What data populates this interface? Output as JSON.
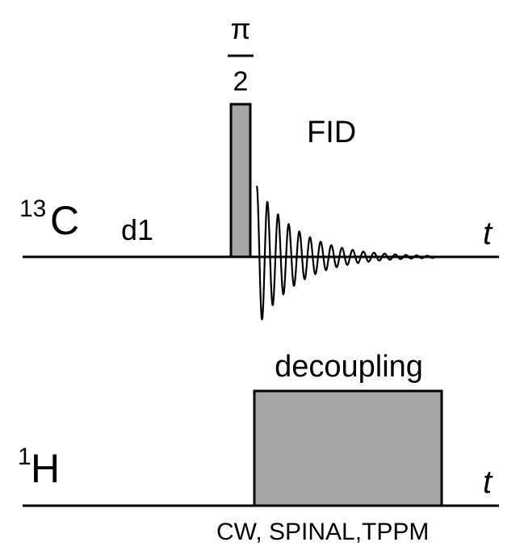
{
  "colors": {
    "line": "#000000",
    "pulse_fill": "#a6a6a6",
    "background": "#ffffff"
  },
  "carbon_channel": {
    "isotope_mass": "13",
    "element": "C",
    "delay_label": "d1",
    "pulse_numerator": "π",
    "pulse_denominator": "2",
    "fid_label": "FID",
    "time_label": "t"
  },
  "proton_channel": {
    "isotope_mass": "1",
    "element": "H",
    "decoupling_label": "decoupling",
    "decoupling_schemes": "CW, SPINAL,TPPM",
    "time_label": "t"
  }
}
